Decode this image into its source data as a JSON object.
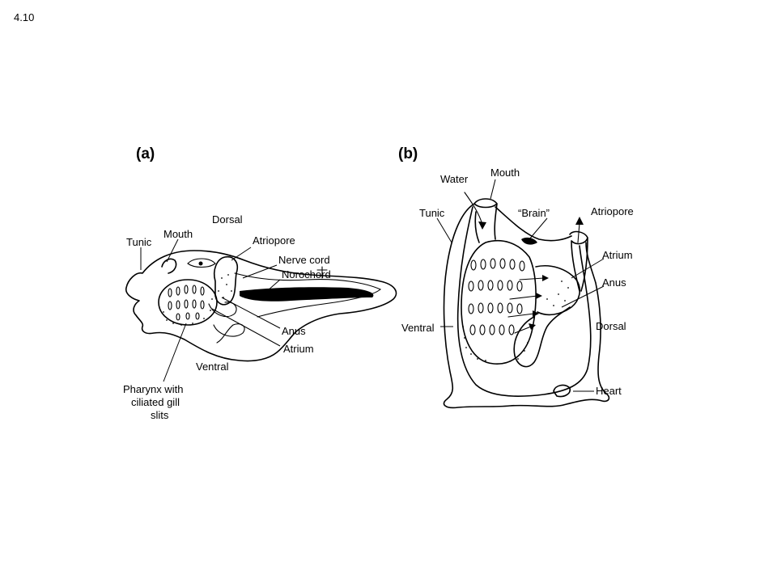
{
  "slide_number": "4.10",
  "panel_a": {
    "label": "(a)",
    "labels": {
      "dorsal": "Dorsal",
      "mouth": "Mouth",
      "tunic": "Tunic",
      "atriopore": "Atriopore",
      "nerve_cord": "Nerve cord",
      "notochord": "Norochord",
      "anus": "Anus",
      "atrium": "Atrium",
      "ventral": "Ventral",
      "pharynx_line1": "Pharynx with",
      "pharynx_line2": "ciliated gill",
      "pharynx_line3": "slits"
    }
  },
  "panel_b": {
    "label": "(b)",
    "labels": {
      "water": "Water",
      "mouth": "Mouth",
      "tunic": "Tunic",
      "brain": "“Brain”",
      "atriopore": "Atriopore",
      "atrium": "Atrium",
      "anus": "Anus",
      "ventral": "Ventral",
      "dorsal": "Dorsal",
      "heart": "Heart"
    }
  }
}
